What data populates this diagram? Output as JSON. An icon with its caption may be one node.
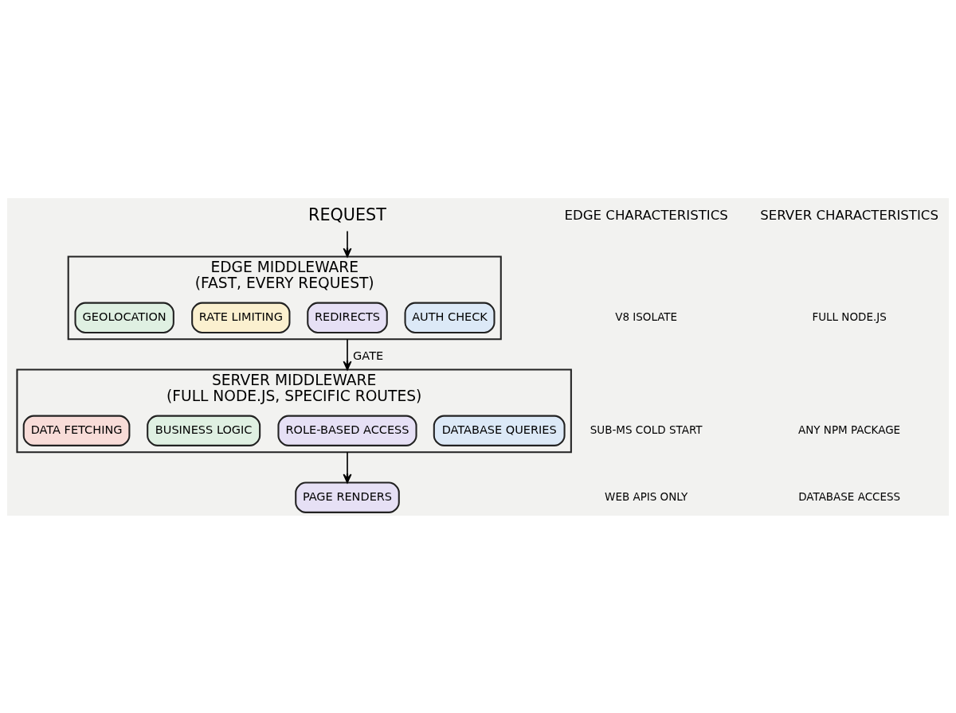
{
  "diagram": {
    "nodes": [
      {
        "text": [
          "REQUEST"
        ]
      },
      {
        "text": [
          "EDGE MIDDLEWARE",
          "(FAST, EVERY REQUEST)"
        ]
      },
      {
        "text": [
          "AUTH CHECK"
        ],
        "in": 1
      },
      {
        "text": [
          "REDIRECTS"
        ],
        "in": 1
      },
      {
        "text": [
          "RATE LIMITING"
        ],
        "in": 1
      },
      {
        "text": [
          "GEOLOCATION"
        ],
        "in": 1
      },
      {
        "text": [
          "SERVER MIDDLEWARE",
          "(FULL NODE.JS, SPECIFIC ROUTES)"
        ]
      },
      {
        "text": [
          "DATABASE QUERIES"
        ],
        "in": 6
      },
      {
        "text": [
          "ROLE-BASED ACCESS"
        ],
        "in": 6
      },
      {
        "text": [
          "BUSINESS LOGIC"
        ],
        "in": 6
      },
      {
        "text": [
          "DATA FETCHING"
        ],
        "in": 6
      },
      {
        "text": [
          "PAGE RENDERS"
        ]
      }
    ],
    "edges": [
      {
        "from": 0,
        "to": 1,
        "arrow": "to"
      },
      {
        "from": 1,
        "to": 6,
        "arrow": "to",
        "label": "GATE"
      },
      {
        "from": 6,
        "to": 11,
        "arrow": "to"
      }
    ],
    "labels": [
      "EDGE CHARACTERISTICS",
      "V8 ISOLATE",
      "SUB-MS COLD START",
      "WEB APIS ONLY",
      "SERVER CHARACTERISTICS",
      "FULL NODE.JS",
      "ANY NPM PACKAGE",
      "DATABASE ACCESS"
    ]
  }
}
